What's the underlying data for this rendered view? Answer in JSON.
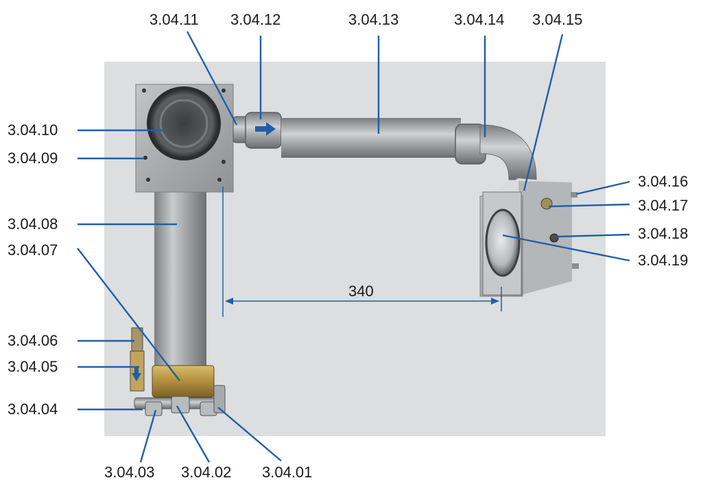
{
  "callouts": {
    "p01": "3.04.01",
    "p02": "3.04.02",
    "p03": "3.04.03",
    "p04": "3.04.04",
    "p05": "3.04.05",
    "p06": "3.04.06",
    "p07": "3.04.07",
    "p08": "3.04.08",
    "p09": "3.04.09",
    "p10": "3.04.10",
    "p11": "3.04.11",
    "p12": "3.04.12",
    "p13": "3.04.13",
    "p14": "3.04.14",
    "p15": "3.04.15",
    "p16": "3.04.16",
    "p17": "3.04.17",
    "p18": "3.04.18",
    "p19": "3.04.19"
  },
  "dimension": {
    "value": "340"
  },
  "colors": {
    "leader_line": "#1f5fa8",
    "photo_background": "#dcdedf",
    "metal": "#a9acae",
    "brass": "#b89a4a"
  }
}
